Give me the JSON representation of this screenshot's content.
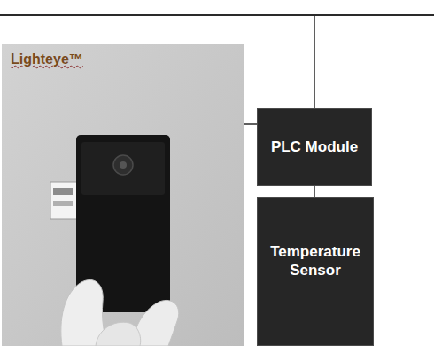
{
  "diagram": {
    "nodes": [
      {
        "text": [
          "Lighteye™"
        ]
      },
      {
        "text": [
          "PLC Module"
        ]
      },
      {
        "text": [
          "Temperature Sensor"
        ]
      }
    ],
    "edges": [
      {
        "from": 0,
        "to": 1,
        "arrow": "none"
      },
      {
        "from": 1,
        "to": 2,
        "arrow": "none"
      }
    ]
  }
}
